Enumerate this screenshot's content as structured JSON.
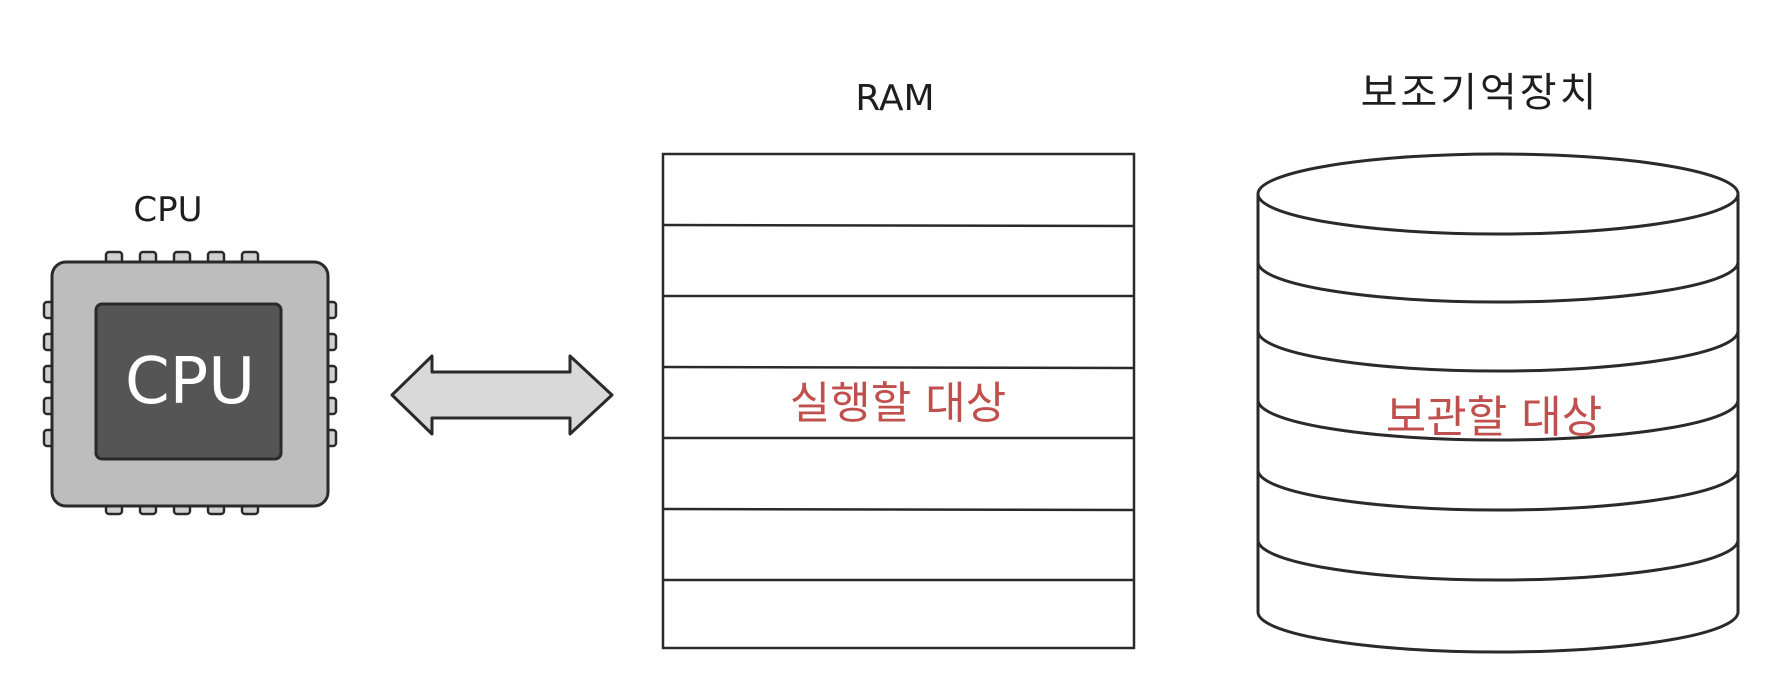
{
  "cpu": {
    "title": "CPU",
    "chip_label": "CPU"
  },
  "ram": {
    "title": "RAM",
    "content_label": "실행할 대상"
  },
  "storage": {
    "title": "보조기억장치",
    "content_label": "보관할 대상"
  },
  "colors": {
    "stroke": "#2a2a2a",
    "chip_body": "#bdbdbd",
    "chip_core": "#555555",
    "arrow_fill": "#d9d9d9",
    "highlight_text": "#c0504d"
  }
}
